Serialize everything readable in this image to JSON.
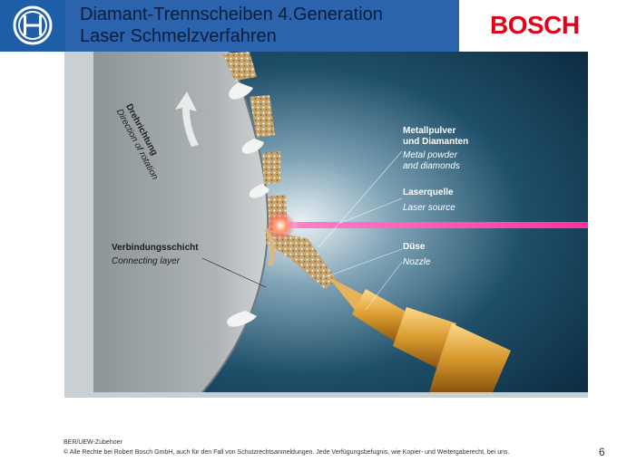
{
  "header": {
    "title_line1": "Diamant-Trennscheiben 4.Generation",
    "title_line2": "Laser Schmelzverfahren",
    "brand": "BOSCH",
    "logo_icon": "bosch-armature-icon"
  },
  "illustration": {
    "rotation": {
      "de": "Drehrichtung",
      "en": "Direction of rotation"
    },
    "labels": {
      "powder_de": "Metallpulver",
      "powder_de2": "und Diamanten",
      "powder_en": "Metal powder",
      "powder_en2": "and diamonds",
      "laser_de": "Laserquelle",
      "laser_en": "Laser source",
      "nozzle_de": "Düse",
      "nozzle_en": "Nozzle",
      "layer_de": "Verbindungsschicht",
      "layer_en": "Connecting layer"
    },
    "colors": {
      "laser": "#ff2fa0",
      "segment": "#c8a46a",
      "nozzle": "#d99a2e",
      "background": "#163f58"
    }
  },
  "footer": {
    "dept": "BER/UEW-Zubehoer",
    "copyright": "© Alle Rechte bei Robert Bosch GmbH, auch für den Fall von Schutzrechtsanmeldungen. Jede Verfügungsbefugnis, wie Kopier- und Weitergaberecht, bei uns.",
    "page": "6"
  }
}
